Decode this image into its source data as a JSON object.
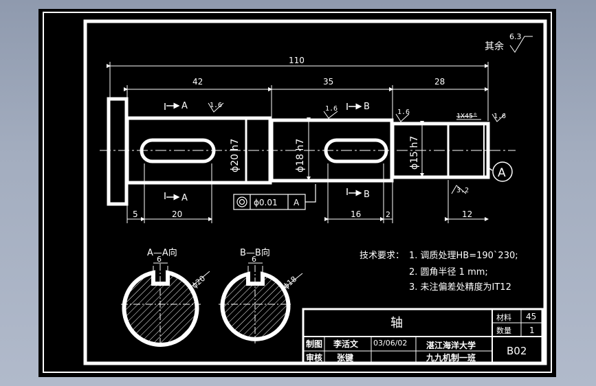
{
  "surface_note_label": "其余",
  "surface_note_value": "6.3",
  "dimensions": {
    "overall": "110",
    "sec1": "42",
    "sec2": "35",
    "sec3": "28",
    "dia1": "ϕ20 h7",
    "dia2": "ϕ18 h7",
    "dia3": "ϕ15 h7",
    "chamfer": "1X45°",
    "b1": "5",
    "b2": "20",
    "b3": "16",
    "b4": "2",
    "b5": "12"
  },
  "roughness": {
    "r1": "1.6",
    "r2": "1.6",
    "r3": "1.6",
    "r4": "1.6",
    "r5": "3.2"
  },
  "section_marks": {
    "a": "A",
    "b": "B"
  },
  "datum_label": "A",
  "tolerance_frame": {
    "value": "ϕ0.01",
    "datum": "A"
  },
  "section_views": {
    "aa_title": "A—A向",
    "bb_title": "B—B向",
    "aa_width": "6",
    "bb_width": "6",
    "aa_dia": "ϕ20",
    "bb_dia": "ϕ18"
  },
  "tech_requirements": {
    "heading": "技术要求：",
    "items": [
      "1. 调质处理HB=190`230;",
      "2. 圆角半径 1 mm;",
      "3. 未注偏差处精度为IT12"
    ]
  },
  "title_block": {
    "part_name": "轴",
    "material_label": "材料",
    "material_value": "45",
    "qty_label": "数量",
    "qty_value": "1",
    "drawn_label": "制图",
    "drawn_name": "李活文",
    "drawn_date": "03/06/02",
    "checked_label": "审核",
    "checked_name": "张键",
    "school": "湛江海洋大学",
    "class_name": "九九机制一班",
    "drawing_no": "B02"
  }
}
